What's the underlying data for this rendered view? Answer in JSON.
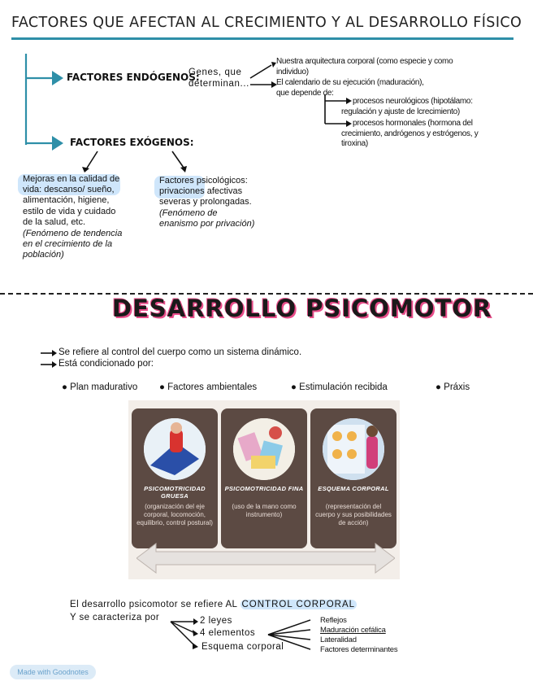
{
  "title": "FACTORES QUE AFECTAN AL CRECIMIENTO Y AL DESARROLLO FÍSICO",
  "endogenos": {
    "label": "FACTORES ENDÓGENOS:",
    "genes_line1": "Genes, que",
    "genes_line2": "determinan...",
    "item1": "Nuestra arquitectura corporal (como especie y como individuo)",
    "item2_line1": "El calendario de su ejecución (maduración),",
    "item2_line2": "que depende de:",
    "sub1": "procesos neurológicos (hipotálamo: regulación y ajuste de lcrecimiento)",
    "sub2": "procesos hormonales (hormona del crecimiento, andrógenos y estrógenos, y tiroxina)"
  },
  "exogenos": {
    "label": "FACTORES EXÓGENOS:",
    "mejoras": "Mejoras en la calidad de vida: descanso/ sueño, alimentación, higiene, estilo de vida y cuidado de la salud, etc.",
    "mejoras_note": "(Fenómeno de tendencia en el crecimiento de la población)",
    "psico_label": "Factores psicológicos:",
    "psico_text": "privaciones afectivas severas y prolongadas.",
    "psico_note": "(Fenómeno de enanismo por privación)"
  },
  "psicomotor": {
    "title": "DESARROLLO PSICOMOTOR",
    "line1": "Se refiere al control del cuerpo como un sistema dinámico.",
    "line2": "Está condicionado por:",
    "bullets": [
      "Plan madurativo",
      "Factores ambientales",
      "Estimulación recibida",
      "Práxis"
    ]
  },
  "cards": [
    {
      "title": "PSICOMOTRICIDAD GRUESA",
      "desc": "(organización del eje corporal, locomoción, equilibrio, control postural)"
    },
    {
      "title": "PSICOMOTRICIDAD FINA",
      "desc": "(uso de la mano como instrumento)"
    },
    {
      "title": "ESQUEMA CORPORAL",
      "desc": "(representación del cuerpo y sus posibilidades de acción)"
    }
  ],
  "summary": {
    "line1_prefix": "El desarrollo psicomotor se refiere AL",
    "line1_highlight": "CONTROL CORPORAL",
    "line2": "Y se caracteriza por",
    "items": [
      "2 leyes",
      "4 elementos",
      "Esquema corporal"
    ],
    "elements": [
      "Reflejos",
      "Maduración cefálica",
      "Lateralidad",
      "Factores determinantes"
    ]
  },
  "watermark": "Made with Goodnotes",
  "colors": {
    "accent": "#2e8fa8",
    "highlight": "#cfe6fb",
    "pink": "#e84d8a",
    "card": "#5c4a43"
  }
}
